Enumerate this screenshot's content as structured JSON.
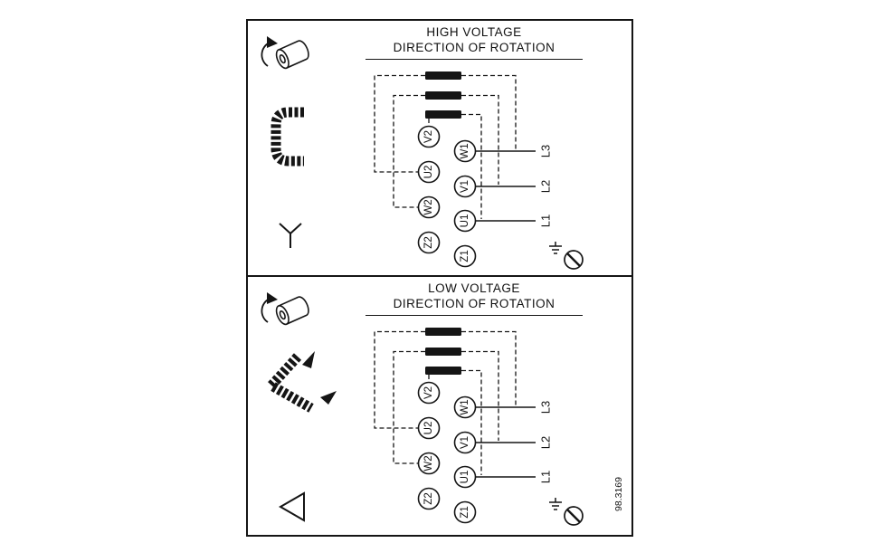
{
  "figure_code": "98.3169",
  "colors": {
    "ink": "#151515",
    "background": "#ffffff"
  },
  "panels": [
    {
      "title_line1": "HIGH VOLTAGE",
      "title_line2": "DIRECTION OF ROTATION",
      "connection_type": "star",
      "terminals_left": [
        "V2",
        "U2",
        "W2",
        "Z2"
      ],
      "terminals_right": [
        "W1",
        "V1",
        "U1",
        "Z1"
      ],
      "line_labels": [
        "L3",
        "L2",
        "L1"
      ]
    },
    {
      "title_line1": "LOW VOLTAGE",
      "title_line2": "DIRECTION OF ROTATION",
      "connection_type": "delta",
      "terminals_left": [
        "V2",
        "U2",
        "W2",
        "Z2"
      ],
      "terminals_right": [
        "W1",
        "V1",
        "U1",
        "Z1"
      ],
      "line_labels": [
        "L3",
        "L2",
        "L1"
      ]
    }
  ]
}
